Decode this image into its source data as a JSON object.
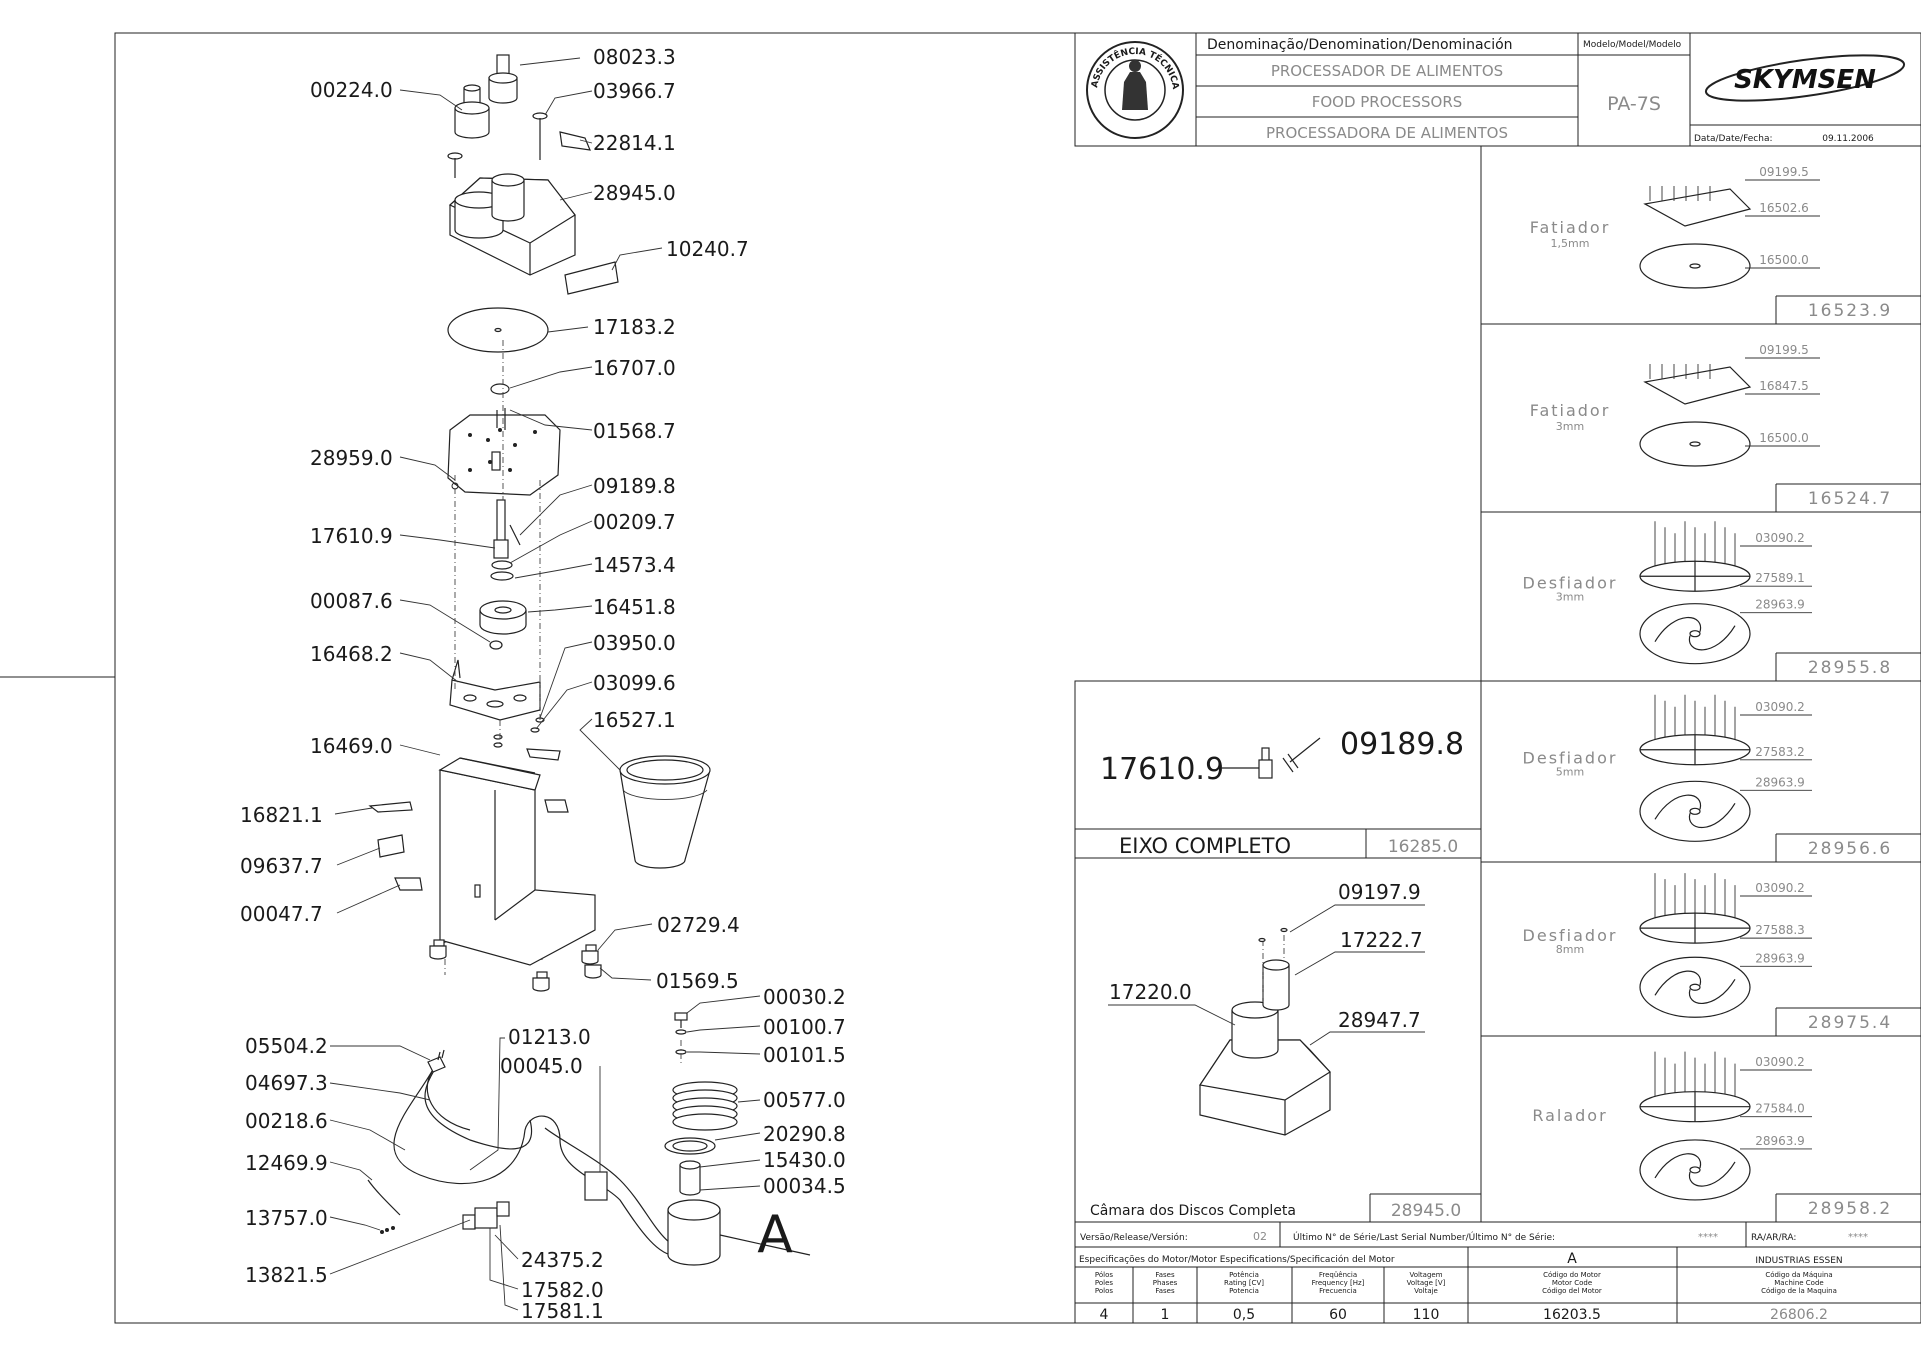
{
  "header": {
    "denomination_label": "Denominação/Denomination/Denominación",
    "model_label": "Modelo/Model/Modelo",
    "names": [
      "PROCESSADOR DE ALIMENTOS",
      "FOOD PROCESSORS",
      "PROCESSADORA DE ALIMENTOS"
    ],
    "model": "PA-7S",
    "brand": "SKYMSEN",
    "date_label": "Data/Date/Fecha:",
    "date": "09.11.2006",
    "seal_text": "ASSISTÊNCIA TÉCNICA AUTORIZADA"
  },
  "main_parts": [
    "08023.3",
    "00224.0",
    "03966.7",
    "22814.1",
    "28945.0",
    "10240.7",
    "17183.2",
    "16707.0",
    "01568.7",
    "28959.0",
    "09189.8",
    "00209.7",
    "17610.9",
    "14573.4",
    "00087.6",
    "16451.8",
    "03950.0",
    "16468.2",
    "03099.6",
    "16469.0",
    "16527.1",
    "16821.1",
    "09637.7",
    "00047.7",
    "02729.4",
    "01569.5"
  ],
  "motor_parts": [
    "00030.2",
    "00100.7",
    "05504.2",
    "01213.0",
    "00101.5",
    "00045.0",
    "04697.3",
    "00577.0",
    "00218.6",
    "20290.8",
    "12469.9",
    "15430.0",
    "00034.5",
    "13757.0",
    "24375.2",
    "13821.5",
    "17582.0",
    "17581.1"
  ],
  "motor_marker": "A",
  "axle": {
    "parts": [
      "17610.9",
      "09189.8"
    ],
    "title": "EIXO COMPLETO",
    "code": "16285.0"
  },
  "chamber": {
    "parts": [
      "09197.9",
      "17222.7",
      "17220.0",
      "28947.7"
    ],
    "title": "Câmara dos Discos Completa",
    "code": "28945.0"
  },
  "discs": [
    {
      "name": "Fatiador",
      "size": "1,5mm",
      "parts": [
        "09199.5",
        "16502.6",
        "16500.0"
      ],
      "code": "16523.9"
    },
    {
      "name": "Fatiador",
      "size": "3mm",
      "parts": [
        "09199.5",
        "16847.5",
        "16500.0"
      ],
      "code": "16524.7"
    },
    {
      "name": "Desfiador",
      "size": "3mm",
      "parts": [
        "03090.2",
        "27589.1",
        "28963.9"
      ],
      "code": "28955.8"
    },
    {
      "name": "Desfiador",
      "size": "5mm",
      "parts": [
        "03090.2",
        "27583.2",
        "28963.9"
      ],
      "code": "28956.6"
    },
    {
      "name": "Desfiador",
      "size": "8mm",
      "parts": [
        "03090.2",
        "27588.3",
        "28963.9"
      ],
      "code": "28975.4"
    },
    {
      "name": "Ralador",
      "size": "",
      "parts": [
        "03090.2",
        "27584.0",
        "28963.9"
      ],
      "code": "28958.2"
    }
  ],
  "footer": {
    "version_label": "Versão/Release/Versión:",
    "version": "02",
    "serial_label": "Último N° de Série/Last Serial Number/Último N° de Série:",
    "serial": "****",
    "ra_label": "RA/AR/RA:",
    "ra": "****",
    "motor_spec_label": "Especificações do Motor/Motor Especifications/Specificación del Motor",
    "motor_variant": "A",
    "manufacturer": "INDUSTRIAS ESSEN",
    "columns": [
      "Pólos\nPoles\nPolos",
      "Fases\nPhases\nFases",
      "Potência\nRating [CV]\nPotencia",
      "Freqüência\nFrequency [Hz]\nFrecuencia",
      "Voltagem\nVoltage [V]\nVoltaje",
      "Código do Motor\nMotor Code\nCódigo del Motor",
      "Código da Máquina\nMachine Code\nCódigo de la Maquina"
    ],
    "values": [
      "4",
      "1",
      "0,5",
      "60",
      "110",
      "16203.5",
      "26806.2"
    ]
  }
}
